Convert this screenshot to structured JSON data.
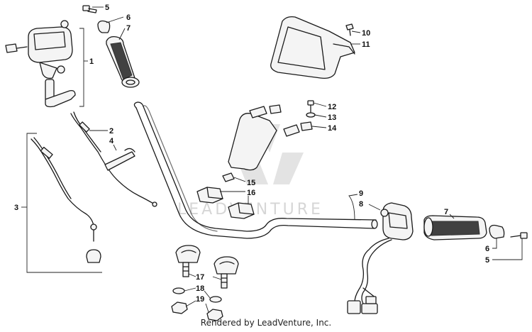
{
  "watermark": {
    "text": "LEADVENTURE"
  },
  "footer": {
    "text": "Rendered by LeadVenture, Inc."
  },
  "callouts": {
    "c1": "1",
    "c2": "2",
    "c3": "3",
    "c4": "4",
    "c5a": "5",
    "c5b": "5",
    "c6a": "6",
    "c6b": "6",
    "c7a": "7",
    "c7b": "7",
    "c8": "8",
    "c9": "9",
    "c10": "10",
    "c11": "11",
    "c12": "12",
    "c13": "13",
    "c14": "14",
    "c15": "15",
    "c16": "16",
    "c17": "17",
    "c18": "18",
    "c19": "19"
  }
}
